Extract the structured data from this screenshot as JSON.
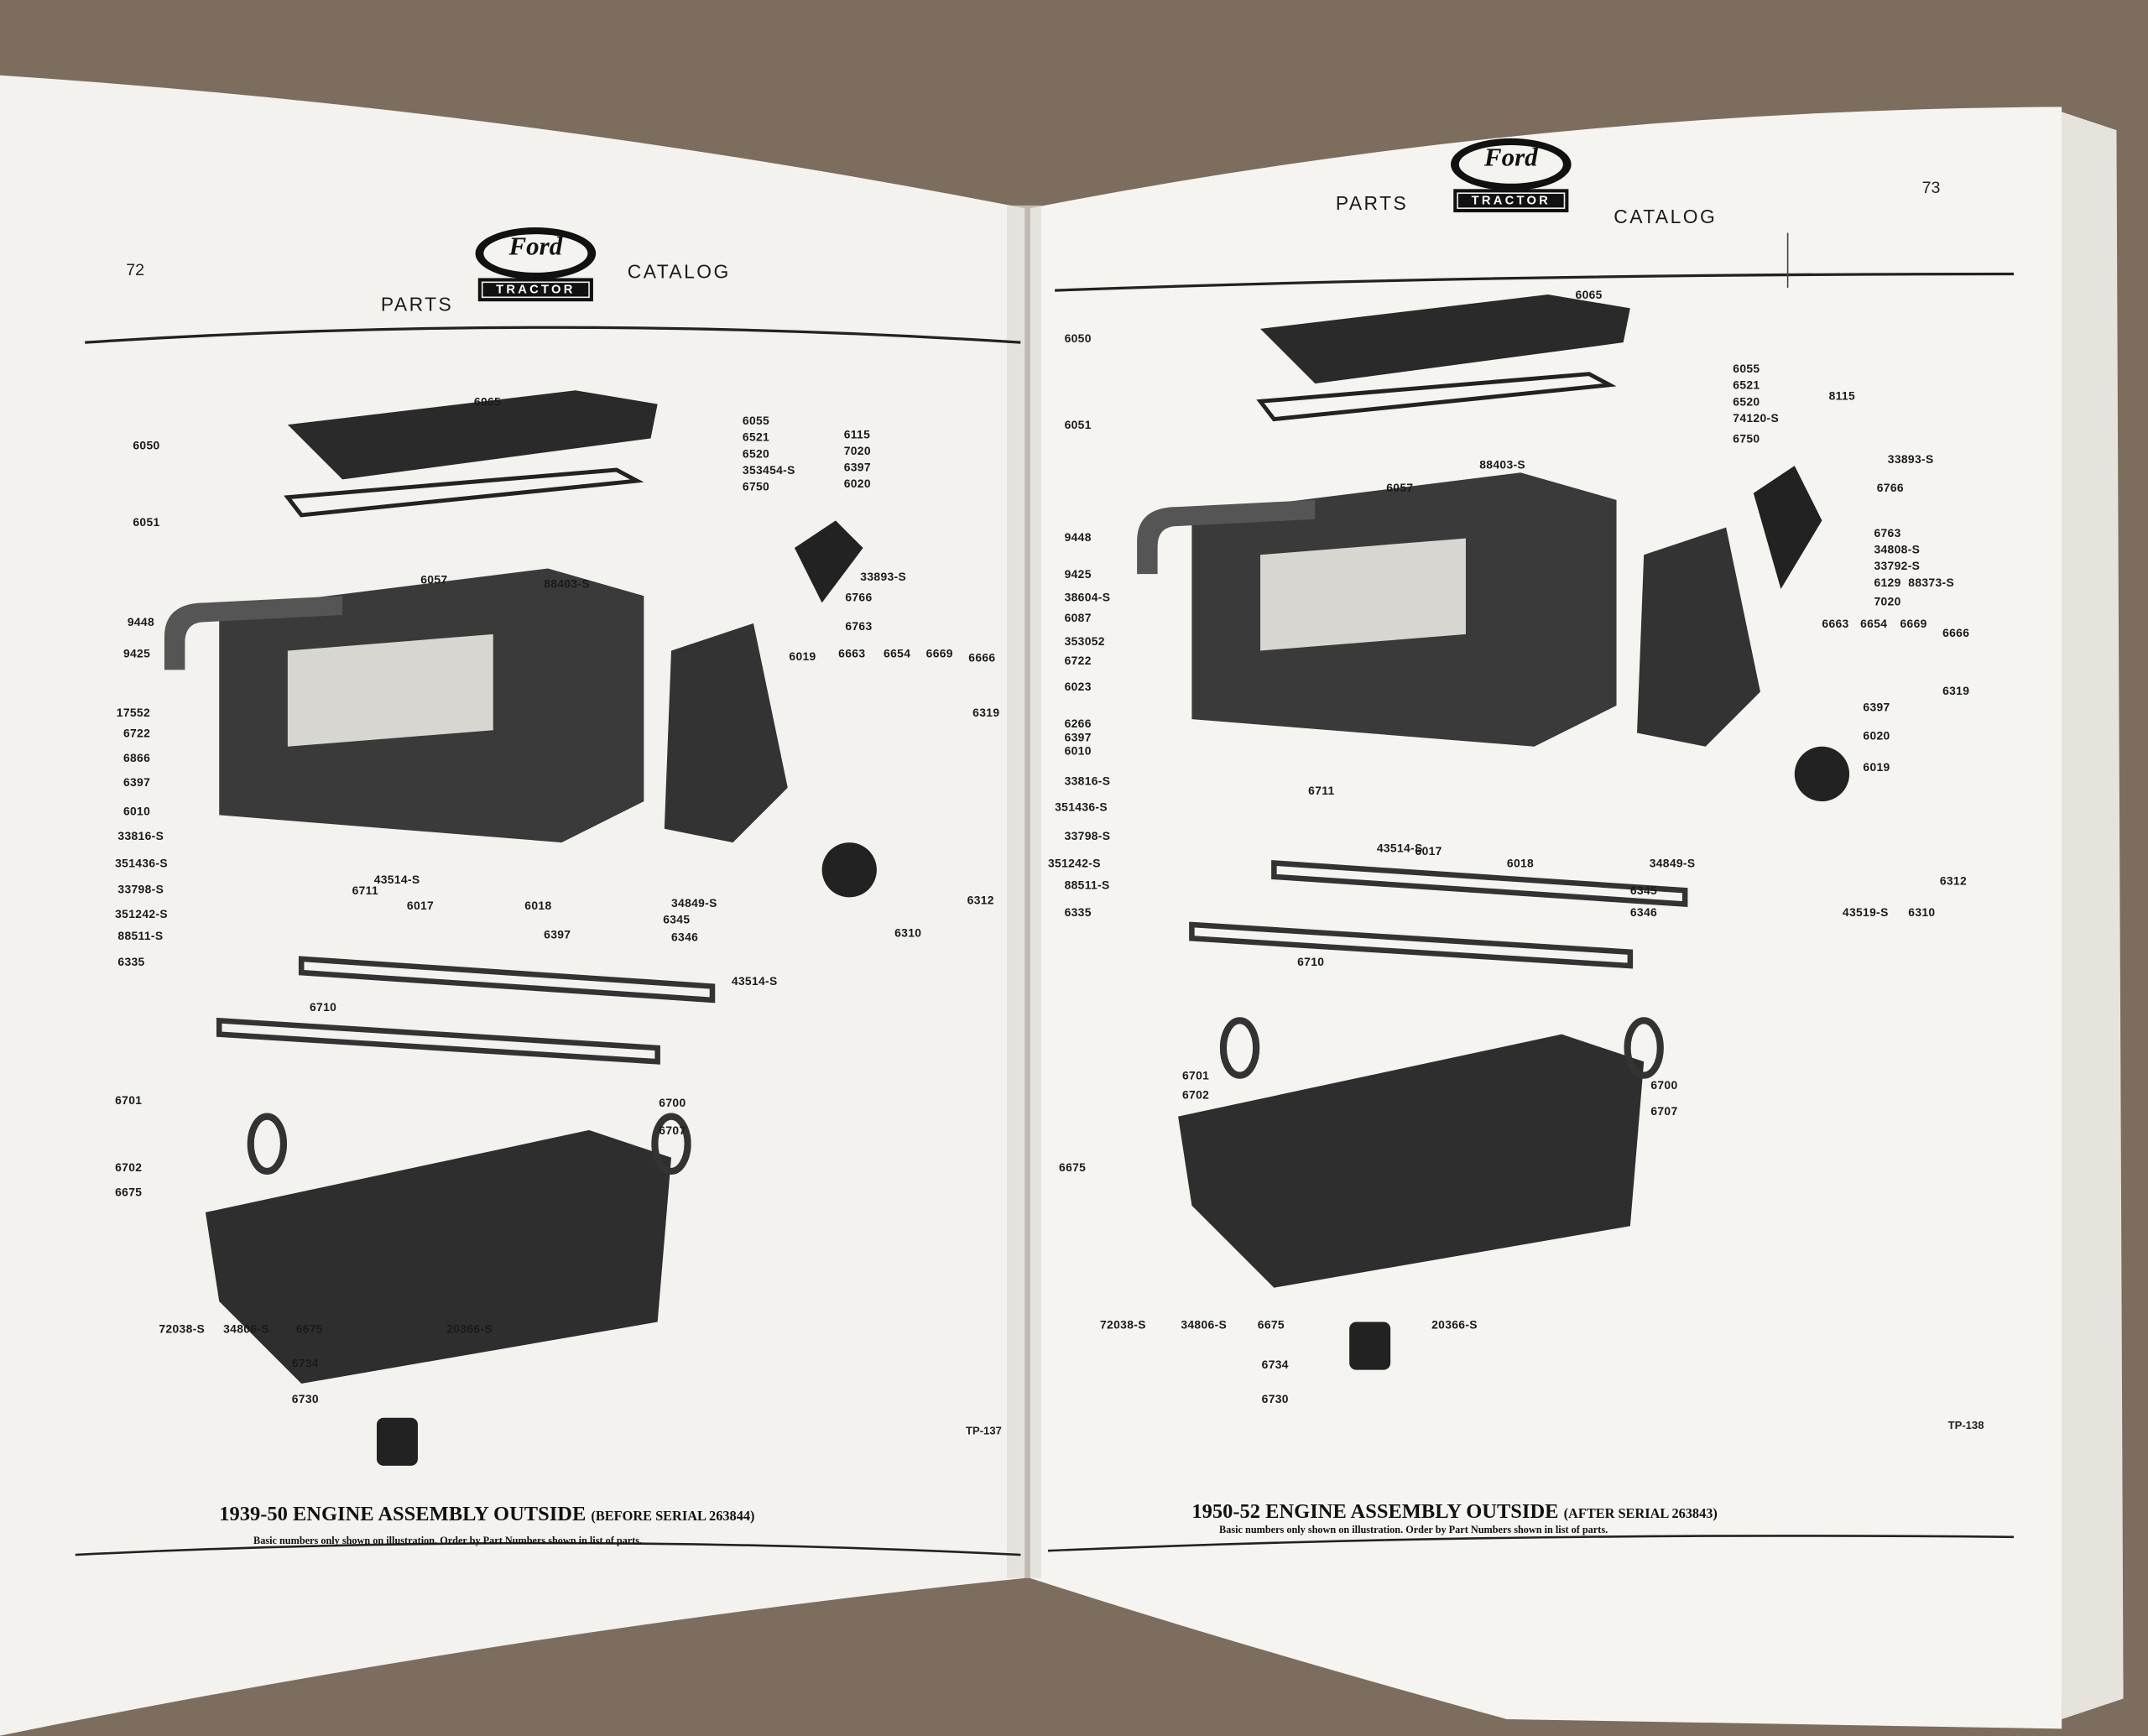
{
  "left_page": {
    "page_number": "72",
    "header": {
      "left": "PARTS",
      "right": "CATALOG",
      "logo_top": "Ford",
      "logo_bottom": "TRACTOR"
    },
    "title": "1939-50 ENGINE ASSEMBLY OUTSIDE",
    "title_note": "(BEFORE SERIAL 263844)",
    "subtitle": "Basic numbers only shown on illustration.  Order by Part Numbers shown in list of parts.",
    "plate_code": "TP-137",
    "part_labels": [
      "6065",
      "6050",
      "6051",
      "6055",
      "6521",
      "6520",
      "353454-S",
      "6750",
      "6115",
      "7020",
      "6397",
      "6020",
      "33893-S",
      "88403-S",
      "6057",
      "6766",
      "9448",
      "6763",
      "9425",
      "6019",
      "6663",
      "6654",
      "6669",
      "6666",
      "17552",
      "6722",
      "6866",
      "6397",
      "6010",
      "33816-S",
      "351436-S",
      "33798-S",
      "351242-S",
      "88511-S",
      "6335",
      "6319",
      "6711",
      "43514-S",
      "6017",
      "6018",
      "6397",
      "34849-S",
      "6345",
      "6346",
      "6310",
      "6312",
      "43514-S",
      "6710",
      "6701",
      "6700",
      "6707",
      "6702",
      "6675",
      "72038-S",
      "34806-S",
      "6675",
      "20366-S",
      "6734",
      "6730"
    ]
  },
  "right_page": {
    "page_number": "73",
    "header": {
      "left": "PARTS",
      "right": "CATALOG",
      "logo_top": "Ford",
      "logo_bottom": "TRACTOR"
    },
    "title": "1950-52  ENGINE ASSEMBLY OUTSIDE",
    "title_note": "(AFTER SERIAL 263843)",
    "subtitle": "Basic numbers only shown on illustration.  Order by Part Numbers shown in list of parts.",
    "plate_code": "TP-138",
    "part_labels": [
      "6065",
      "6050",
      "6051",
      "6055",
      "6521",
      "6520",
      "74120-S",
      "6750",
      "8115",
      "33893-S",
      "6766",
      "88403-S",
      "6057",
      "9448",
      "6763",
      "34808-S",
      "33792-S",
      "88373-S",
      "6129",
      "7020",
      "9425",
      "38604-S",
      "6087",
      "353052",
      "6722",
      "6023",
      "6663",
      "6654",
      "6669",
      "6666",
      "6266",
      "6397",
      "6010",
      "6319",
      "6397",
      "33816-S",
      "6020",
      "6019",
      "351436-S",
      "6711",
      "33798-S",
      "43514-S",
      "6017",
      "6018",
      "351242-S",
      "34849-S",
      "88511-S",
      "6345",
      "6346",
      "6312",
      "43519-S",
      "6310",
      "6335",
      "6710",
      "6701",
      "6700",
      "6702",
      "6707",
      "6675",
      "72038-S",
      "34806-S",
      "6675",
      "20366-S",
      "6734",
      "6730"
    ]
  },
  "colors": {
    "wood": "#7d6d5f",
    "paper": "#f4f3ef",
    "ink": "#1a1a1a"
  }
}
